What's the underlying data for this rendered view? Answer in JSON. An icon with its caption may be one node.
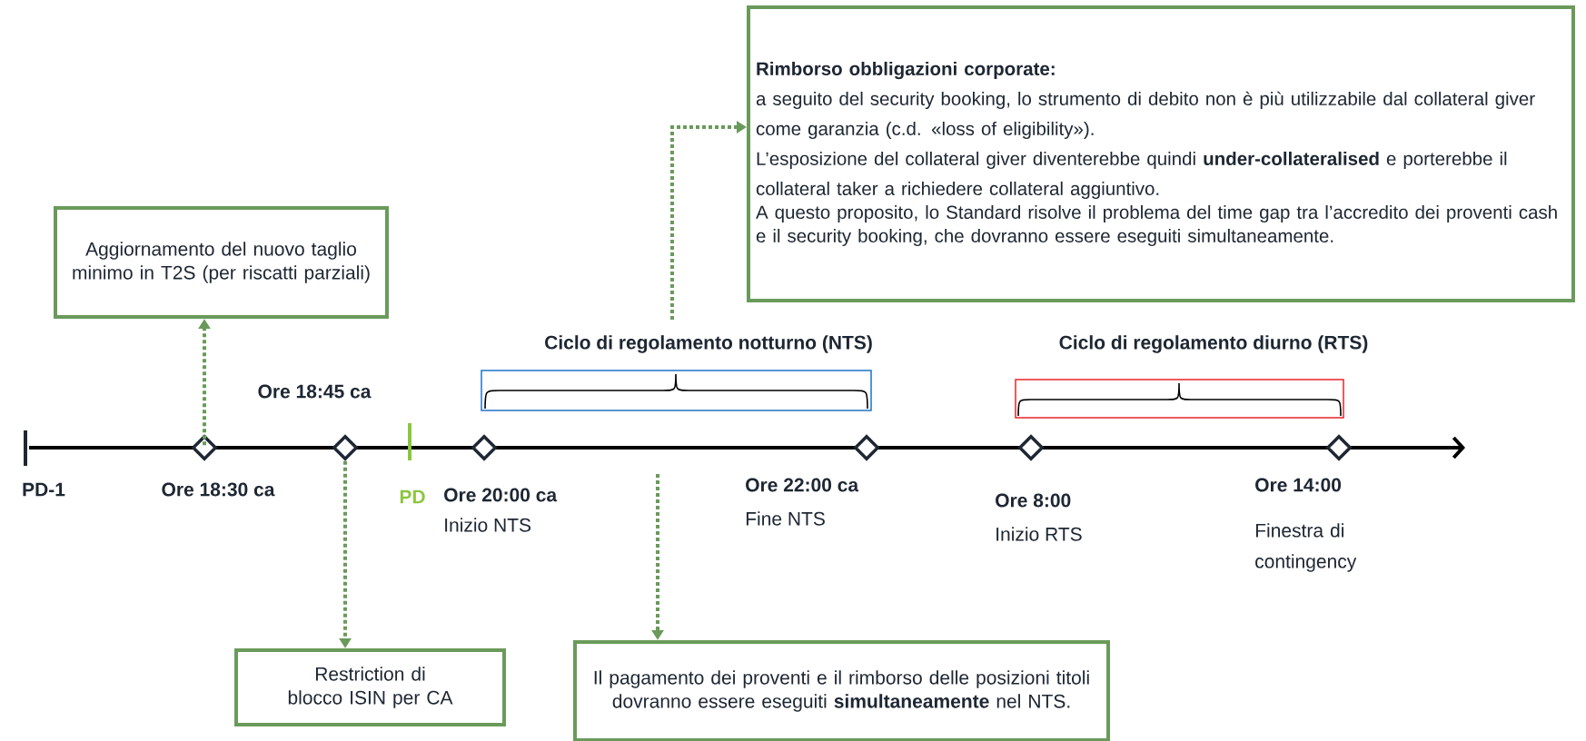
{
  "diagram": {
    "nodes": [
      {
        "text": [
          "Rimborso obbligazioni corporate:",
          "a seguito del security booking, lo strumento di debito non è più utilizzabile dal collateral giver come garanzia (c.d. «loss of eligibility»).",
          "L’esposizione del collateral giver diventerebbe quindi **under-collateralised** e porterebbe il collateral taker a richiedere collateral aggiuntivo.",
          "A questo proposito, lo Standard risolve il problema del time gap tra l’accredito dei proventi cash e il security booking, che dovranno essere eseguiti simultaneamente."
        ]
      },
      {
        "text": [
          "Aggiornamento del nuovo taglio minimo in T2S (per riscatti parziali)"
        ]
      },
      {
        "text": [],
        "shape": "diamond",
        "beside": [
          "Ore 18:30 ca"
        ]
      },
      {
        "text": [],
        "shape": "diamond",
        "beside": [
          "Ore 18:45 ca"
        ]
      },
      {
        "text": [],
        "shape": "diamond",
        "beside": [
          "Ore 20:00 ca",
          "Inizio NTS"
        ]
      },
      {
        "text": [],
        "shape": "diamond",
        "beside": [
          "Ore 22:00 ca",
          "Fine NTS"
        ]
      },
      {
        "text": [],
        "shape": "diamond",
        "beside": [
          "Ore 8:00",
          "Inizio RTS"
        ]
      },
      {
        "text": [],
        "shape": "diamond",
        "beside": [
          "Ore 14:00",
          "Finestra di contingency"
        ]
      },
      {
        "text": [
          "Restriction di blocco ISIN per CA"
        ]
      },
      {
        "text": [
          "Il pagamento dei proventi e il rimborso delle posizioni titoli dovranno essere eseguiti **simultaneamente** nel NTS."
        ]
      }
    ],
    "edges": [
      {
        "from": null,
        "to": 0,
        "arrow": "to",
        "style": "dashed"
      },
      {
        "from": 2,
        "to": 1,
        "arrow": "to",
        "style": "dashed"
      },
      {
        "from": 3,
        "to": 8,
        "arrow": "to",
        "style": "dashed"
      },
      {
        "from": null,
        "to": 9,
        "arrow": "to",
        "style": "dashed"
      }
    ],
    "labels": [
      "Ciclo di regolamento notturno (NTS)",
      "Ciclo di regolamento diurno (RTS)",
      "PD-1",
      "PD"
    ]
  }
}
